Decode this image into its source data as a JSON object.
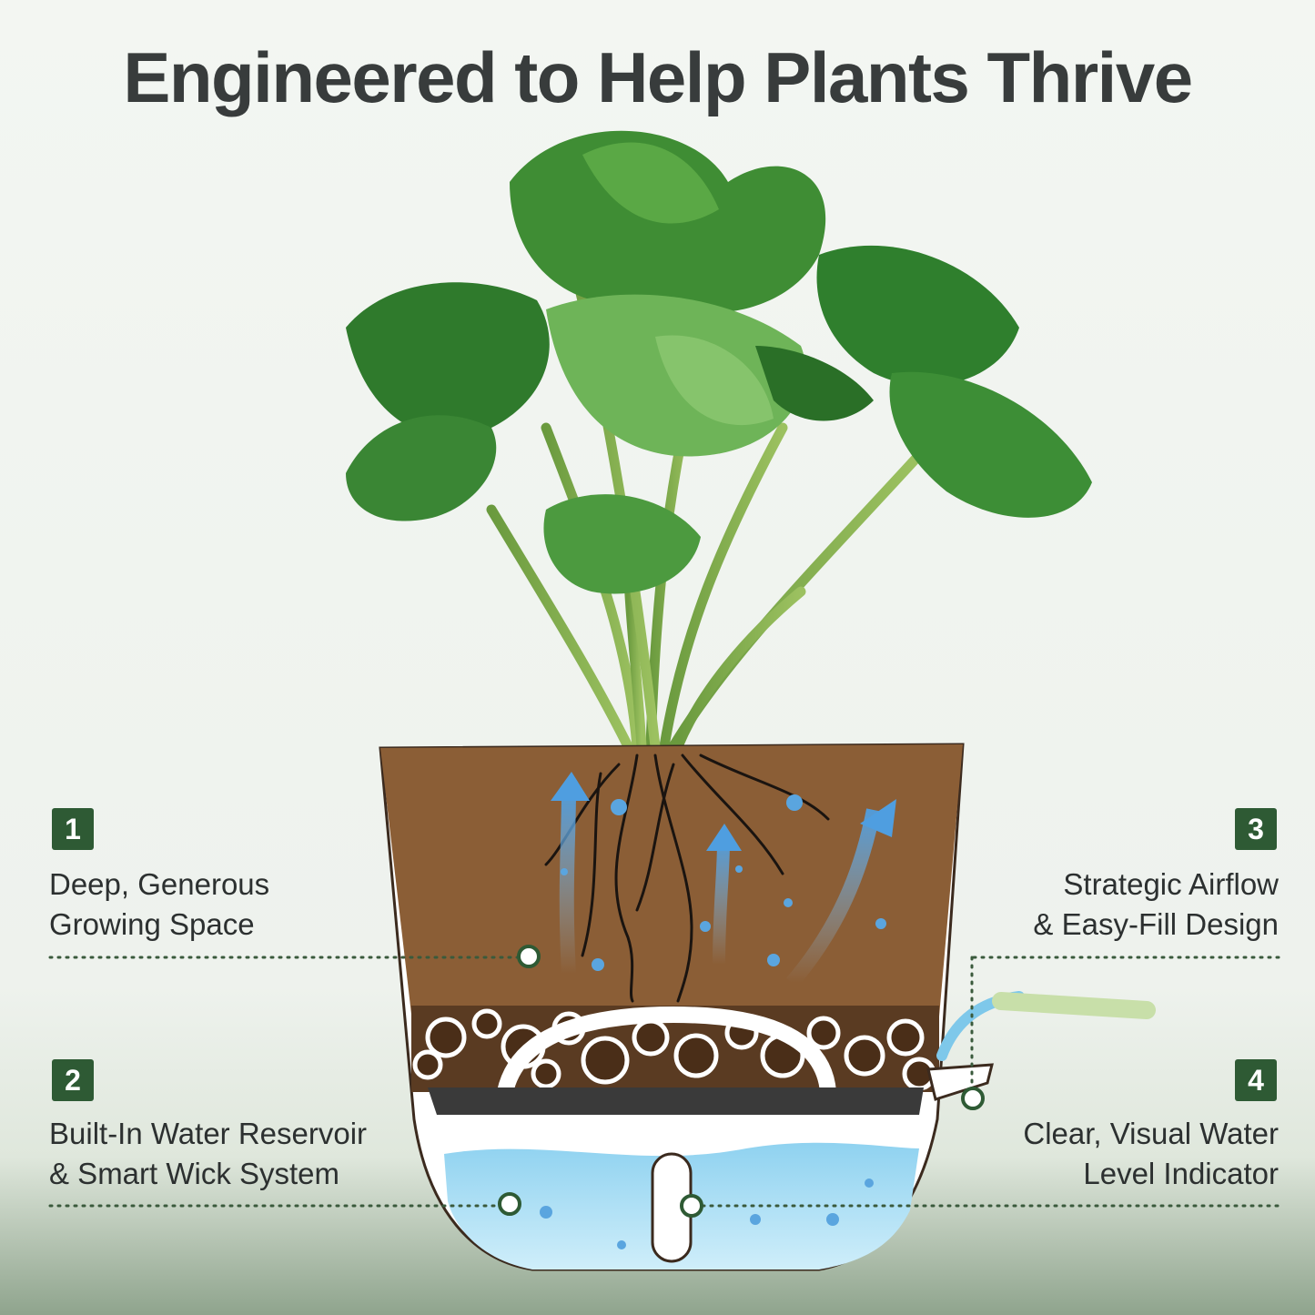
{
  "title": "Engineered to Help Plants Thrive",
  "features": [
    {
      "number": "1",
      "line1": "Deep, Generous",
      "line2": "Growing Space"
    },
    {
      "number": "2",
      "line1": "Built-In Water Reservoir",
      "line2": "& Smart Wick System"
    },
    {
      "number": "3",
      "line1": "Strategic Airflow",
      "line2": "& Easy-Fill Design"
    },
    {
      "number": "4",
      "line1": "Clear, Visual Water",
      "line2": "Level Indicator"
    }
  ],
  "colors": {
    "badge": "#2e5a34",
    "soil": "#8b5e36",
    "water": "#7ec8ea",
    "title": "#383c3c"
  },
  "icons": [
    "airflow-arrow-icon",
    "callout-dot-icon"
  ]
}
